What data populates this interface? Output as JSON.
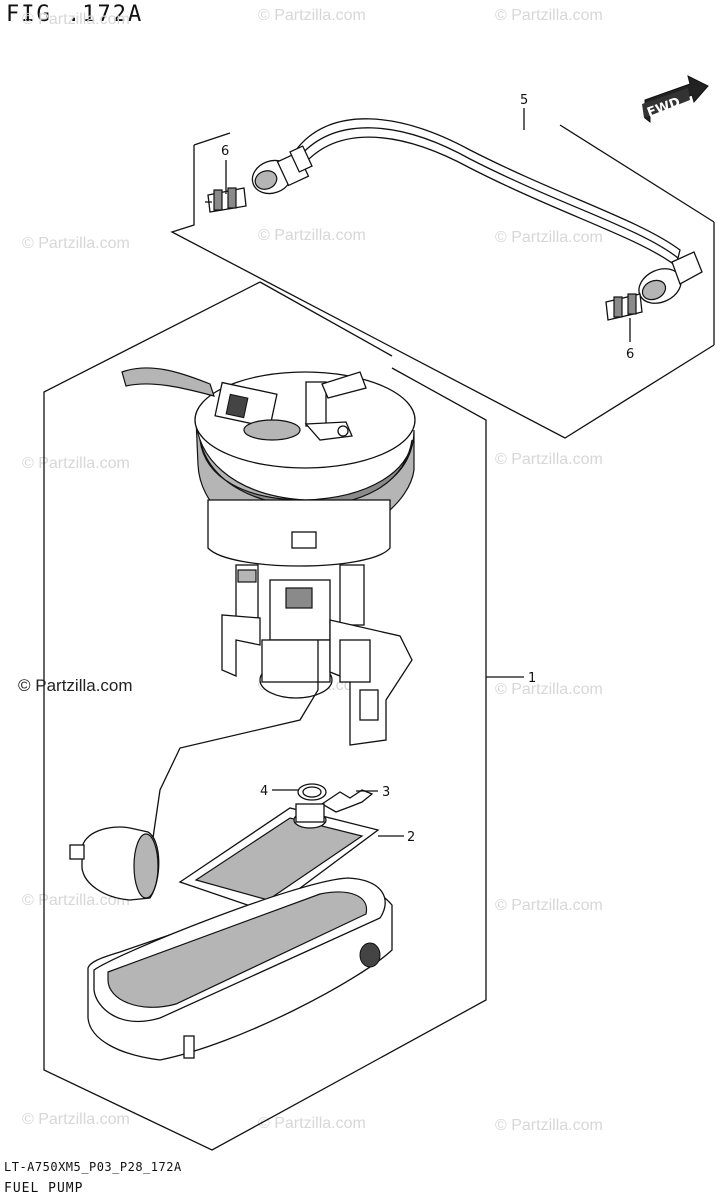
{
  "figure": {
    "title": "FIG .172A",
    "footer_code": "LT-A750XM5_P03_P28_172A",
    "footer_name": "FUEL PUMP"
  },
  "badge": {
    "fwd_label": "FWD"
  },
  "watermark": {
    "text": "© Partzilla.com",
    "main_text": "© Partzilla.com"
  },
  "callouts": {
    "c1": "1",
    "c2": "2",
    "c3": "3",
    "c4": "4",
    "c5": "5",
    "c6a": "6",
    "c6b": "6"
  }
}
